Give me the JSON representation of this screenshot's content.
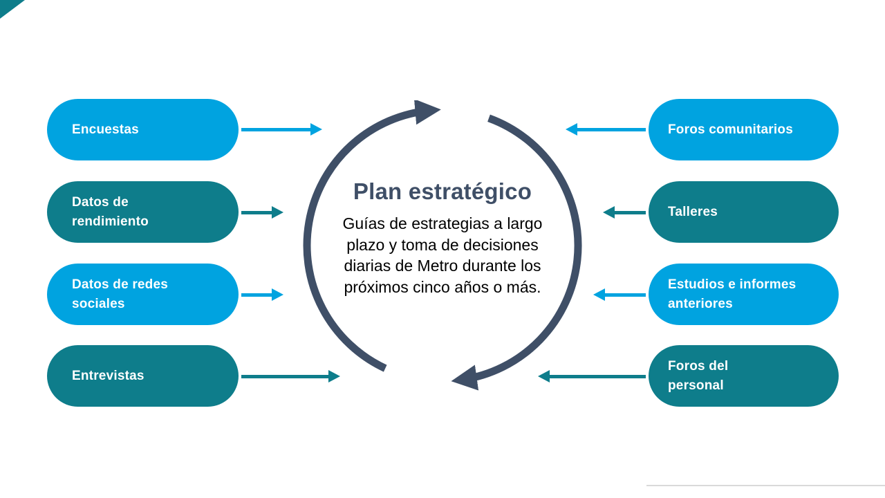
{
  "colors": {
    "light_blue": "#00A3E0",
    "teal": "#0E7D8B",
    "slate": "#3F4F67",
    "corner_accent": "#0E7D8B",
    "bottom_line": "#D9D9D9"
  },
  "center": {
    "title": "Plan estratégico",
    "body": "Guías de estrategias a largo plazo y toma de decisiones diarias de Metro durante los próximos cinco años o más."
  },
  "left_items": [
    {
      "label": "Encuestas",
      "color": "#00A3E0"
    },
    {
      "label": "Datos de\nrendimiento",
      "color": "#0E7D8B"
    },
    {
      "label": "Datos de redes\nsociales",
      "color": "#00A3E0"
    },
    {
      "label": "Entrevistas",
      "color": "#0E7D8B"
    }
  ],
  "right_items": [
    {
      "label": "Foros comunitarios",
      "color": "#00A3E0"
    },
    {
      "label": "Talleres",
      "color": "#0E7D8B"
    },
    {
      "label": "Estudios e informes\nanteriores",
      "color": "#00A3E0"
    },
    {
      "label": "Foros del\npersonal",
      "color": "#0E7D8B"
    }
  ]
}
